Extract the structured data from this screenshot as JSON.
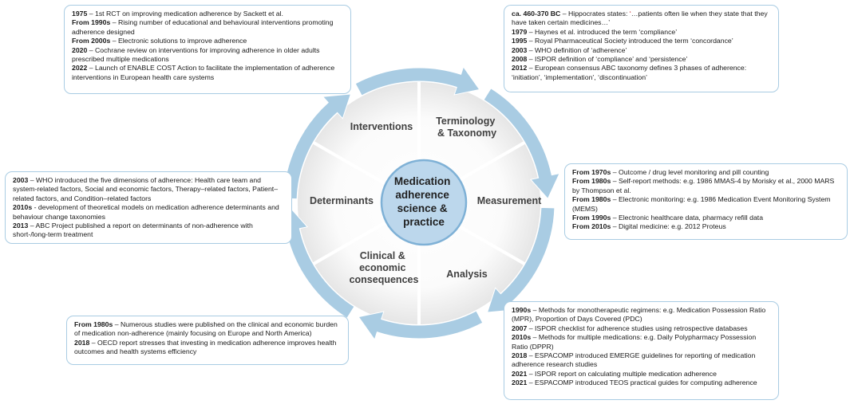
{
  "center": {
    "lines": [
      "Medication",
      "adherence",
      "science &",
      "practice"
    ]
  },
  "segments": {
    "interventions": [
      "Interventions"
    ],
    "terminology": [
      "Terminology",
      "& Taxonomy"
    ],
    "measurement": [
      "Measurement"
    ],
    "analysis": [
      "Analysis"
    ],
    "clinical": [
      "Clinical &",
      "economic",
      "consequences"
    ],
    "determinants": [
      "Determinants"
    ]
  },
  "colors": {
    "arrow": "#a9cce3",
    "center_fill": "#bcd7ec",
    "center_border": "#7fb1d6",
    "highlight": "#c00000"
  },
  "boxes": {
    "top_left": [
      {
        "year": "1975",
        "text": " – 1st RCT on improving medication adherence by Sackett et al."
      },
      {
        "year": "From 1990s",
        "text": " – Rising number of educational and behavioural interventions promoting adherence designed"
      },
      {
        "year": "From 2000s",
        "text": " – Electronic solutions to improve adherence"
      },
      {
        "year": "2020",
        "text": " – Cochrane review on interventions for improving adherence in older adults prescribed multiple medications"
      },
      {
        "year": "2022",
        "text": " – Launch of ENABLE COST Action to facilitate the implementation of adherence interventions in European health care systems"
      }
    ],
    "top_right": [
      {
        "year": "ca. 460-370 BC",
        "text": " – Hippocrates states: ‘…patients often lie when they state that they have taken certain medicines…’"
      },
      {
        "year": "1979",
        "text": " – Haynes et al. introduced the term ‘compliance’"
      },
      {
        "year": "1995",
        "text": " – Royal Pharmaceutical Society introduced the term ‘concordance’"
      },
      {
        "year": "2003",
        "text": " – WHO definition of ‘adherence’"
      },
      {
        "year": "2008",
        "text": " – ISPOR definition of ‘compliance’ and ‘persistence’"
      },
      {
        "year": "2012",
        "text": " – European consensus ABC taxonomy defines 3 phases of adherence: ‘initiation’, ‘implementation’, ‘discontinuation’"
      }
    ],
    "mid_left": [
      {
        "year": "2003",
        "text": " – WHO introduced the five dimensions of adherence: Health care team and system-related factors, Social and economic factors, Therapy–related factors, Patient–related factors, and Condition–related factors"
      },
      {
        "year": "2010s",
        "text": " - development of theoretical models on medication adherence determinants and behaviour change taxonomies"
      },
      {
        "year": "2013",
        "text": " – ABC Project published a report on determinants of non-adherence with short-/long-term treatment"
      }
    ],
    "mid_right": [
      {
        "year": "From 1970s",
        "text": " – Outcome / drug level monitoring and pill counting"
      },
      {
        "year": "From 1980s",
        "text": " – Self-report methods: e.g. 1986 MMAS-4 by Morisky et al., 2000 MARS by Thompson et al."
      },
      {
        "year": "From 1980s",
        "text": " – Electronic monitoring: e.g. 1986 Medication Event Monitoring System (MEMS)"
      },
      {
        "year": "From 1990s",
        "text": " – Electronic healthcare data, pharmacy refill data"
      },
      {
        "year": "From 2010s",
        "text": " – Digital medicine: e.g. 2012 Proteus"
      }
    ],
    "bot_left": [
      {
        "year": "From 1980s",
        "text": " – Numerous studies were published on the clinical and economic burden of medication non-adherence (mainly focusing on Europe and North America)"
      },
      {
        "year": "2018",
        "text": " – OECD report stresses that investing in medication adherence improves health outcomes and health systems efficiency"
      }
    ],
    "bot_right": [
      {
        "year": "1990s",
        "text": " – Methods for monotherapeutic regimens: e.g. Medication Possession Ratio (MPR), Proportion of Days Covered (PDC)"
      },
      {
        "year": "2007",
        "text": " – ISPOR checklist for adherence studies using retrospective databases"
      },
      {
        "year": "2010s",
        "text": " – Methods for multiple medications: e.g. Daily Polypharmacy Possession Ratio (DPPR)"
      },
      {
        "year": "2018",
        "text": " – ESPACOMP introduced EMERGE guidelines for reporting of medication adherence research studies"
      },
      {
        "year": "2021",
        "text": " – ISPOR report on calculating multiple medication adherence"
      },
      {
        "year": "2021",
        "text": " – ESPACOMP introduced TEOS practical guides for computing adherence"
      }
    ]
  }
}
